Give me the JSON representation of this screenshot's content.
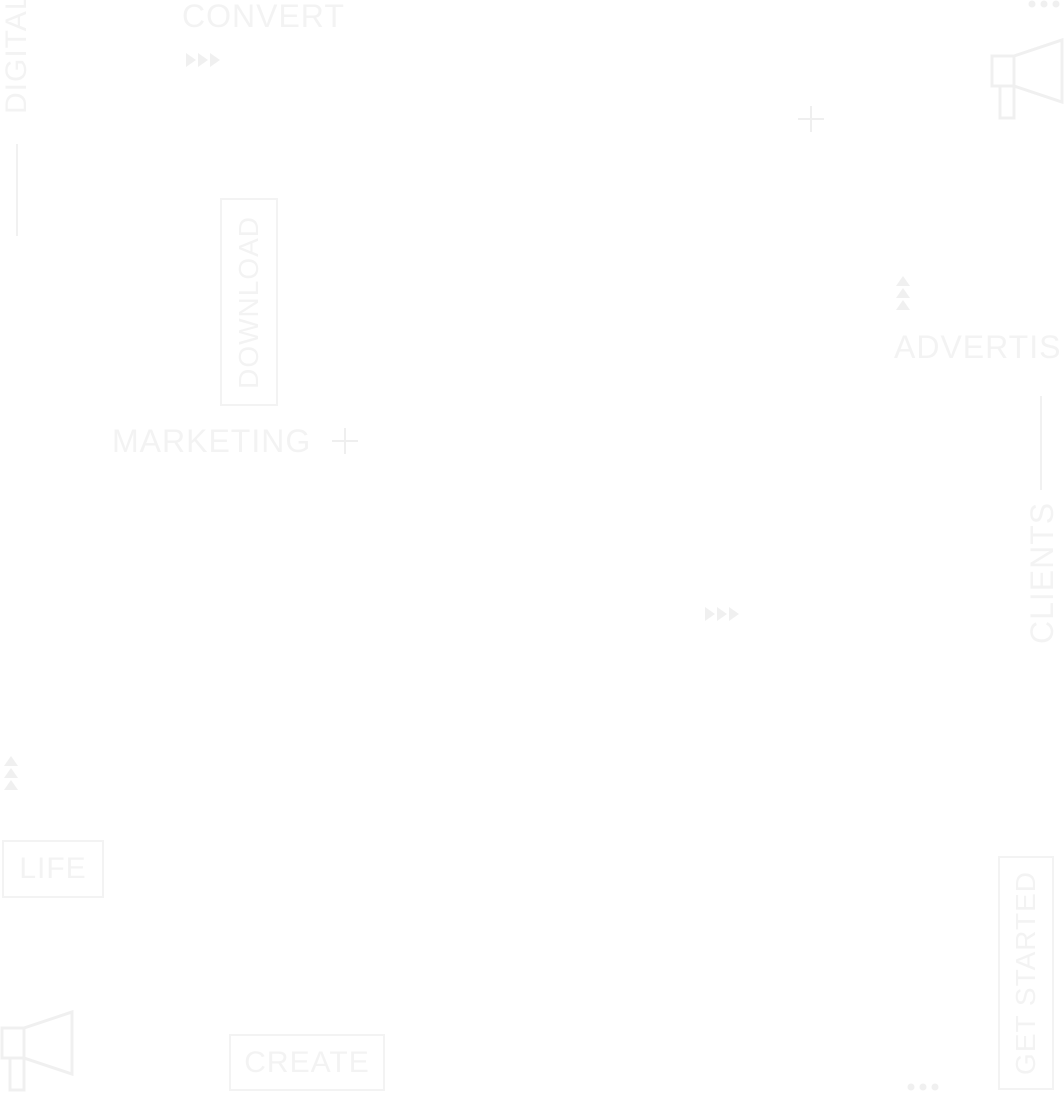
{
  "colors": {
    "background": "#ffffff",
    "foreground": "#f3f3f3"
  },
  "labels": {
    "convert": "CONVERT",
    "digital": "DIGITAL",
    "download": "DOWNLOAD",
    "marketing": "MARKETING",
    "advertise": "ADVERTISE",
    "clients": "CLIENTS",
    "life": "LIFE",
    "create": "CREATE",
    "get_started": "GET STARTED"
  },
  "icons": [
    "megaphone-icon",
    "plus-icon",
    "arrows-right-icon",
    "arrows-up-icon",
    "dots-icon"
  ]
}
